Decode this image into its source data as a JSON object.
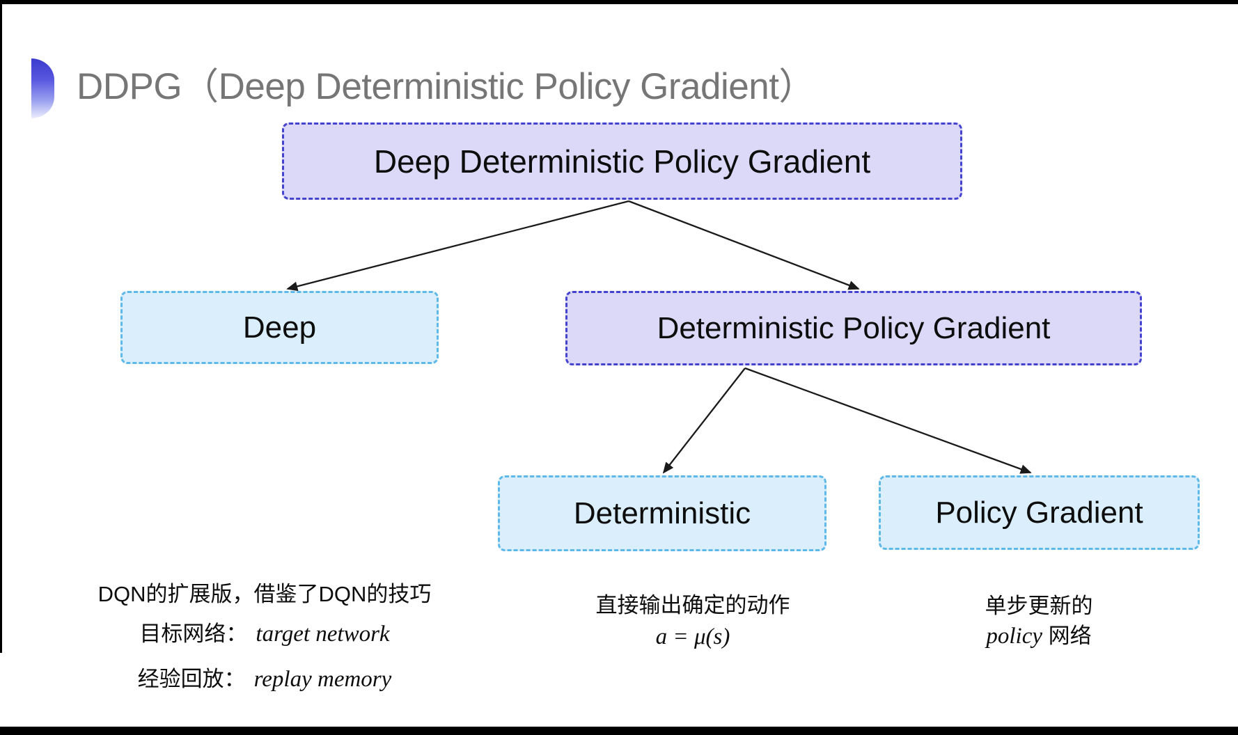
{
  "header": {
    "title": "DDPG（Deep Deterministic Policy Gradient）"
  },
  "nodes": {
    "ddpg": "Deep Deterministic Policy Gradient",
    "deep": "Deep",
    "dpg": "Deterministic Policy Gradient",
    "deterministic": "Deterministic",
    "policy_gradient": "Policy Gradient"
  },
  "notes": {
    "deep": {
      "summary": "DQN的扩展版，借鉴了DQN的技巧",
      "target_label": "目标网络：",
      "target_value": "target network",
      "replay_label": "经验回放：",
      "replay_value": "replay memory"
    },
    "deterministic": {
      "line1": "直接输出确定的动作",
      "formula": "a = μ(s)"
    },
    "policy_gradient": {
      "line1": "单步更新的",
      "word_italic": "policy",
      "word_rest": " 网络"
    }
  },
  "colors": {
    "lavender_fill": "#dcd9f8",
    "lavender_border": "#4343d0",
    "cyan_fill": "#daeffb",
    "cyan_border": "#5eb8e8",
    "title_gray": "#767676",
    "arrow_black": "#1a1a1a",
    "icon_blue_top": "#3b3bcd"
  }
}
